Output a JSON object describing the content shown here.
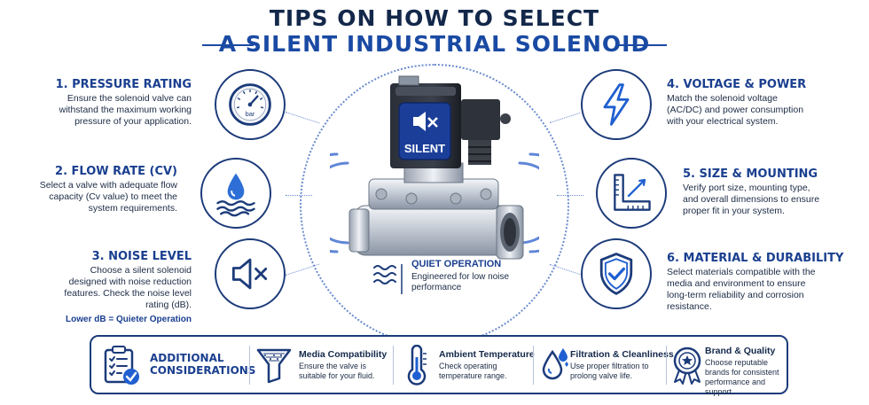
{
  "header": {
    "line1": "TIPS ON HOW TO SELECT",
    "line2": "A SILENT INDUSTRIAL SOLENOID"
  },
  "valve": {
    "badge_label": "SILENT",
    "gauge_unit": "bar"
  },
  "left_tips": [
    {
      "title": "1.  PRESSURE RATING",
      "body": "Ensure the solenoid valve can withstand the maximum working pressure of your application.",
      "icon": "pressure-gauge-icon"
    },
    {
      "title": "2.  FLOW RATE (CV)",
      "body": "Select a valve with adequate flow capacity (Cv value) to meet the system requirements.",
      "icon": "water-drop-icon"
    },
    {
      "title": "3.  NOISE LEVEL",
      "body": "Choose a silent solenoid designed with noise reduction features. Check the noise level rating (dB).",
      "note": "Lower dB = Quieter Operation",
      "icon": "speaker-mute-icon"
    }
  ],
  "right_tips": [
    {
      "title": "4.  VOLTAGE & POWER",
      "body": "Match the solenoid voltage (AC/DC) and power consumption with your electrical system.",
      "icon": "lightning-icon"
    },
    {
      "title": "5.  SIZE & MOUNTING",
      "body": "Verify port size, mounting type, and overall dimensions to ensure proper fit in your system.",
      "icon": "ruler-angle-icon"
    },
    {
      "title": "6.  MATERIAL & DURABILITY",
      "body": "Select materials compatible with the media and environment to ensure long-term reliability and corrosion resistance.",
      "icon": "shield-check-icon"
    }
  ],
  "quiet": {
    "title": "QUIET OPERATION",
    "body": "Engineered for low noise performance"
  },
  "additional": {
    "title": "ADDITIONAL CONSIDERATIONS",
    "items": [
      {
        "title": "Media Compatibility",
        "body": "Ensure the valve is suitable for your fluid.",
        "icon": "filter-funnel-icon"
      },
      {
        "title": "Ambient Temperature",
        "body": "Check operating temperature range.",
        "icon": "thermometer-icon"
      },
      {
        "title": "Filtration & Cleanliness",
        "body": "Use proper filtration to prolong valve life.",
        "icon": "droplets-icon"
      },
      {
        "title": "Brand & Quality",
        "body": "Choose reputable brands for consistent performance and support.",
        "icon": "award-ribbon-icon"
      }
    ]
  },
  "colors": {
    "navy": "#13284a",
    "accent_blue": "#1a4aa3",
    "icon_blue": "#1f5fd1",
    "badge_blue": "#1b3f99"
  }
}
